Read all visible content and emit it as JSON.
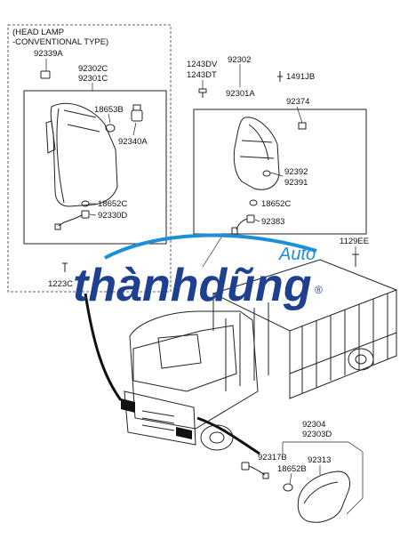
{
  "header_note": {
    "line1": "(HEAD LAMP",
    "line2": "-CONVENTIONAL TYPE)"
  },
  "part_numbers": {
    "p92339A": "92339A",
    "p92302C": "92302C",
    "p92301C": "92301C",
    "p18653B": "18653B",
    "p92340A": "92340A",
    "p18652C_left": "18652C",
    "p92330D": "92330D",
    "p1223": "1223C",
    "p1243DV": "1243DV",
    "p1243DT": "1243DT",
    "p92302": "92302",
    "p92301A": "92301A",
    "p1491JB": "1491JB",
    "p92374": "92374",
    "p92392": "92392",
    "p92391": "92391",
    "p18652C_right": "18652C",
    "p92383": "92383",
    "p1129EE": "1129EE",
    "p92304": "92304",
    "p92303D": "92303D",
    "p92317B": "92317B",
    "p18652B": "18652B",
    "p92313": "92313"
  },
  "watermark": {
    "brand": "thànhdũng",
    "suffix": "Auto",
    "registered": "®",
    "brand_color": "#1f3f8f",
    "accent_color": "#1e8fd6"
  }
}
